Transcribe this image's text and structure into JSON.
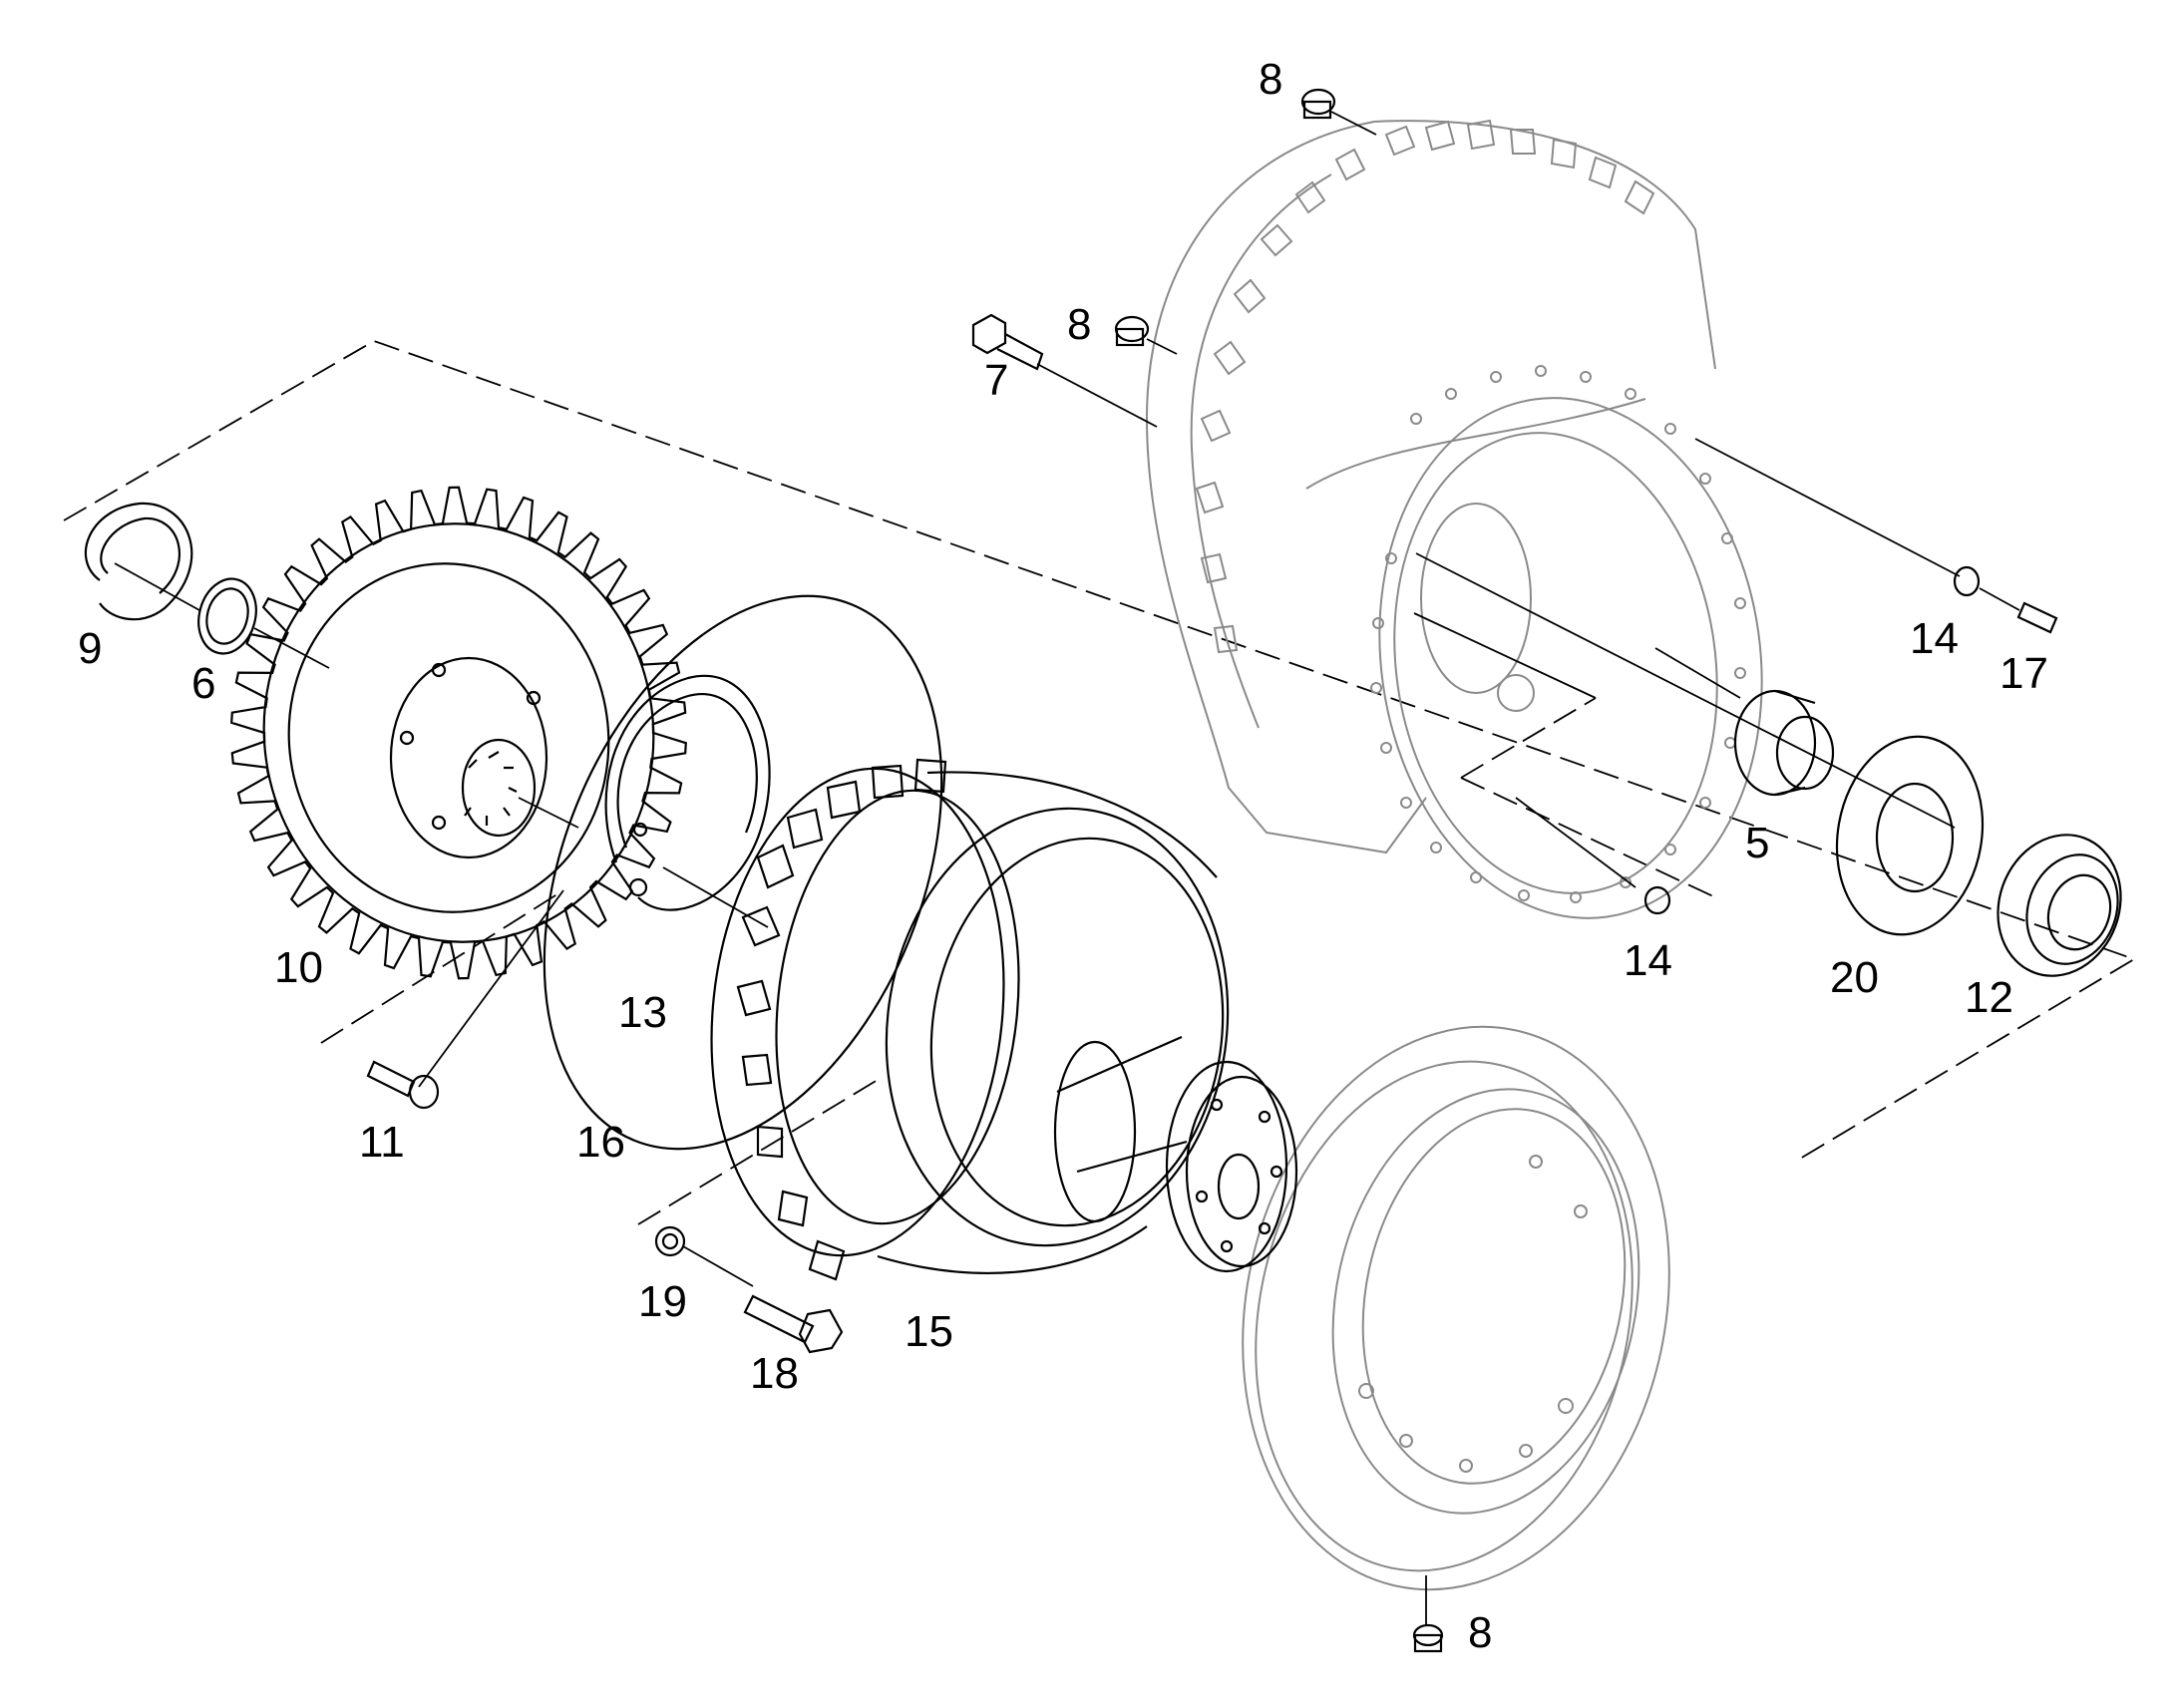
{
  "callouts": {
    "c5": "5",
    "c6": "6",
    "c7": "7",
    "c8a": "8",
    "c8b": "8",
    "c8c": "8",
    "c9": "9",
    "c10": "10",
    "c11": "11",
    "c12": "12",
    "c13": "13",
    "c14a": "14",
    "c14b": "14",
    "c15": "15",
    "c16": "16",
    "c17": "17",
    "c18": "18",
    "c19": "19",
    "c20": "20"
  },
  "colors": {
    "line": "#000000",
    "ghost_line": "#8a8a8a",
    "background": "#ffffff"
  }
}
